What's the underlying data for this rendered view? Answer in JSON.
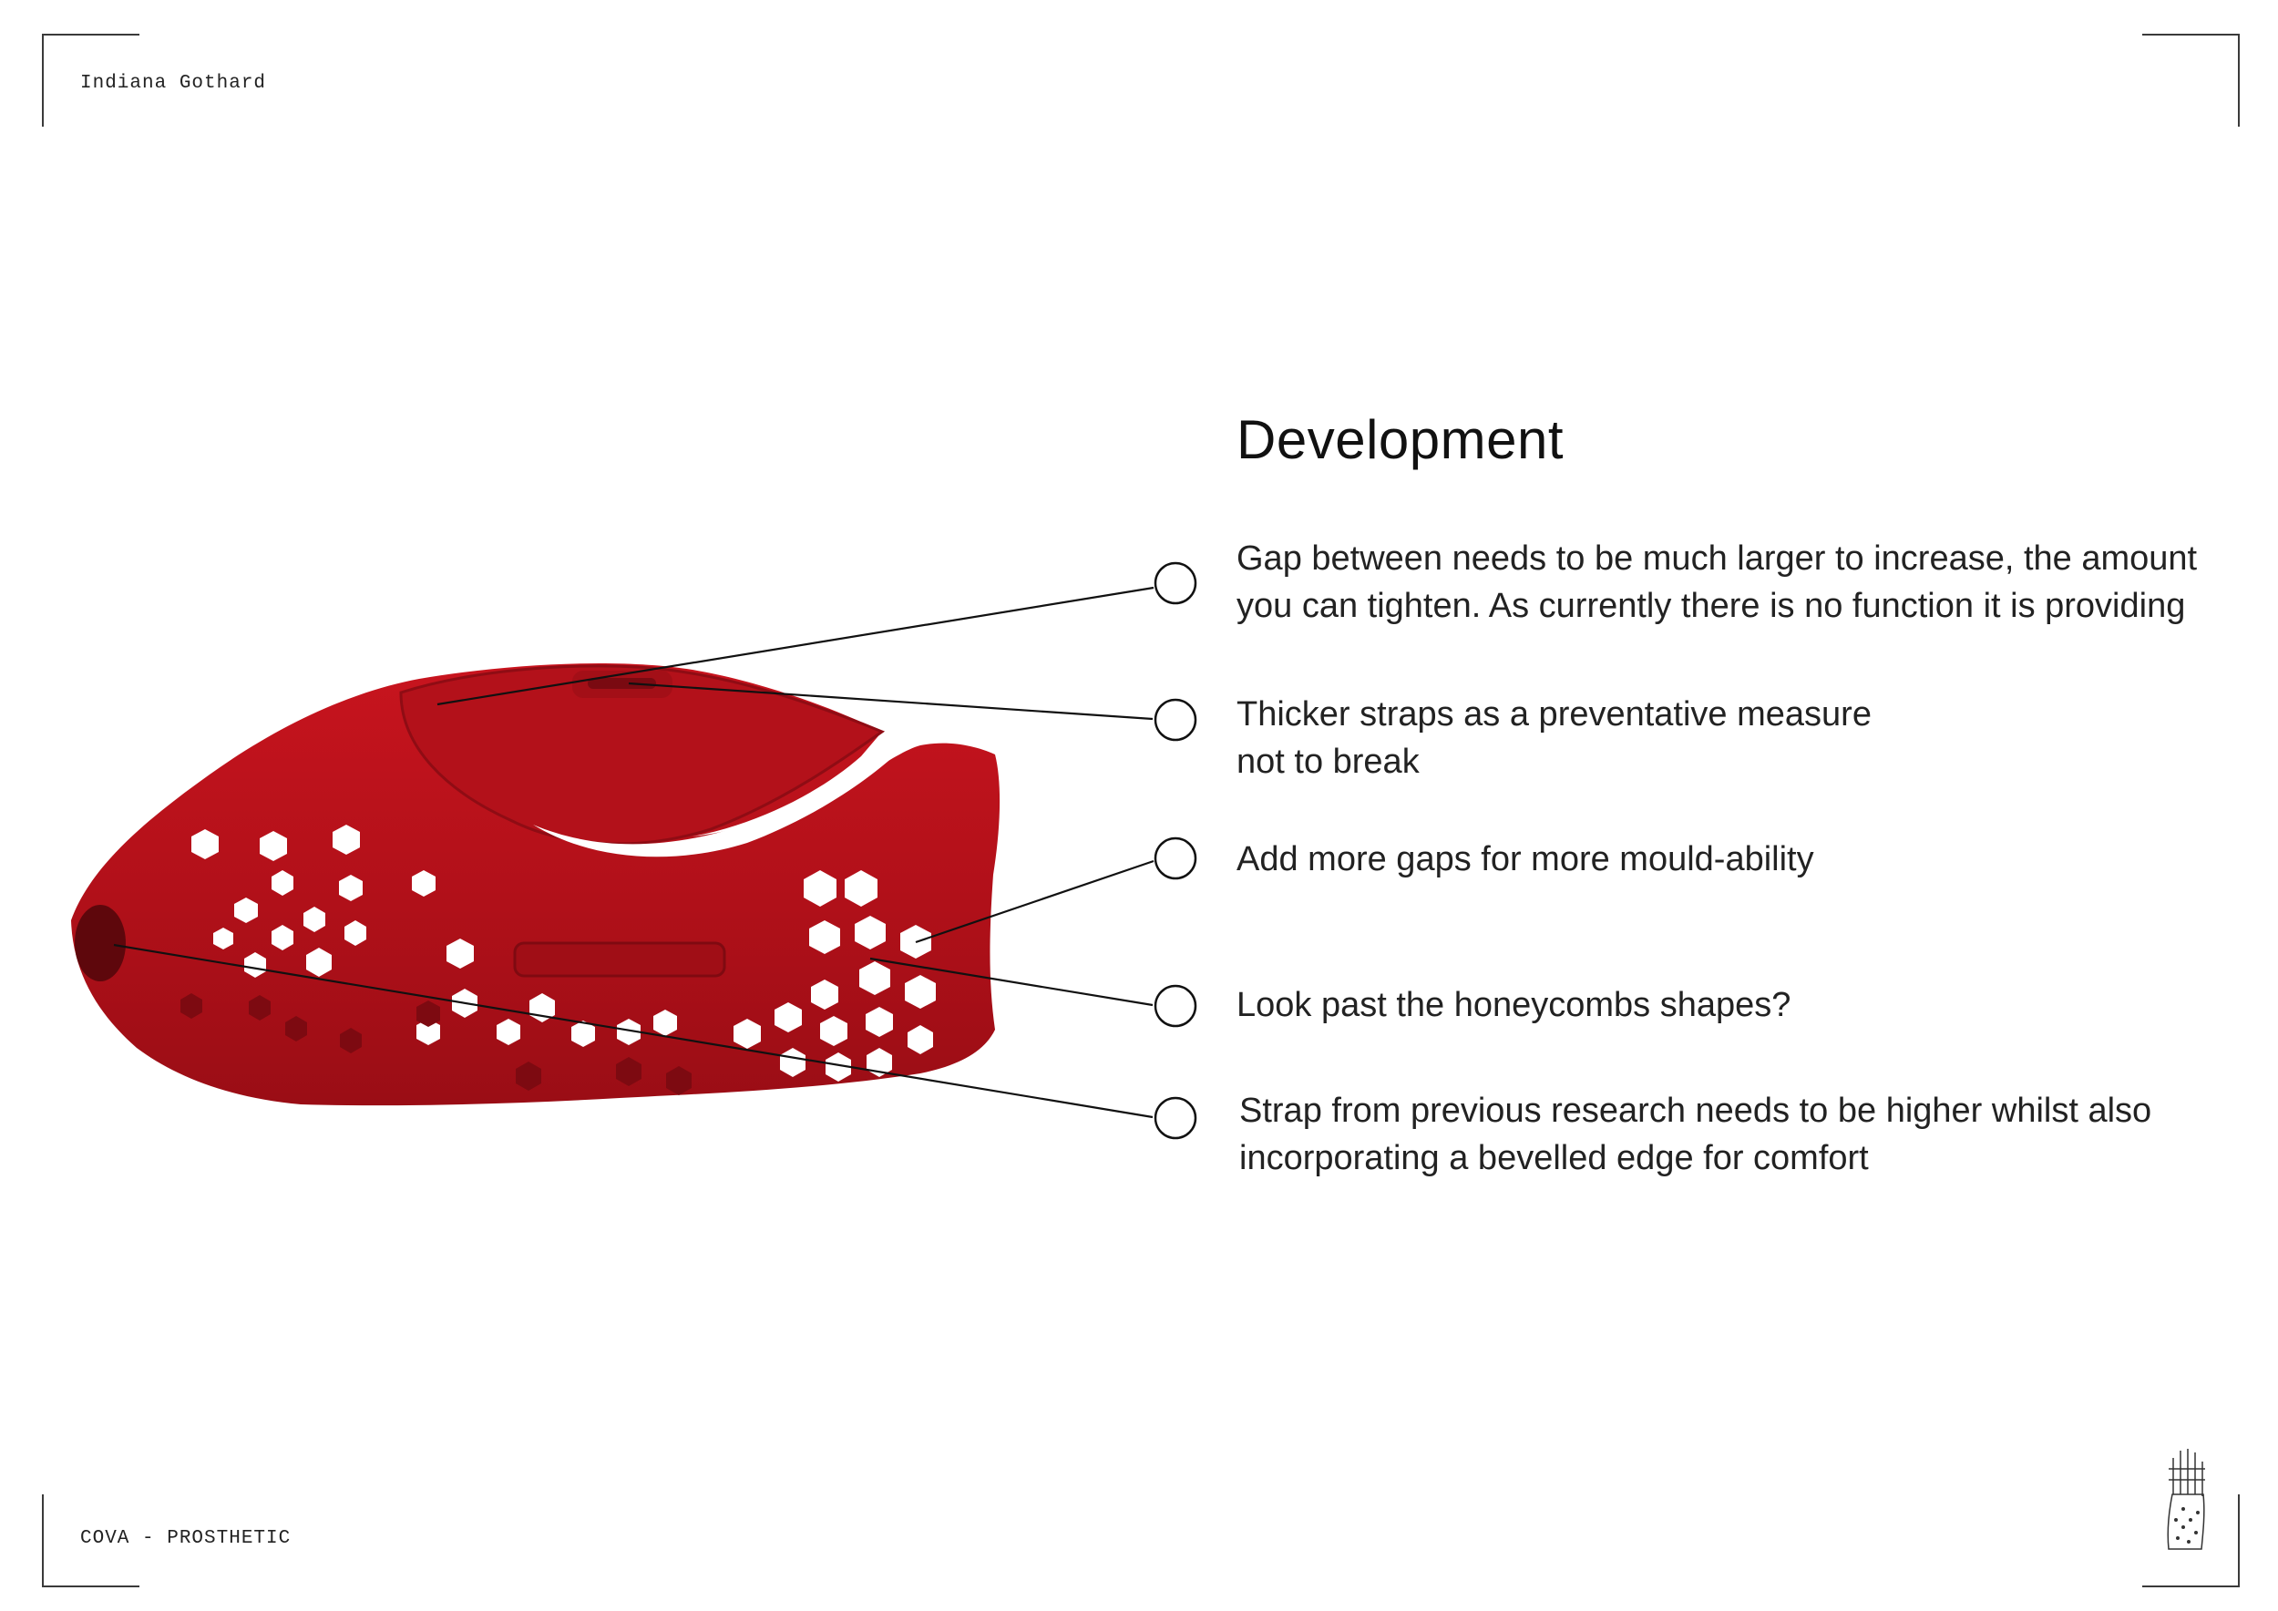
{
  "header": {
    "author": "Indiana Gothard"
  },
  "footer": {
    "project": "COVA - PROSTHETIC"
  },
  "main": {
    "title": "Development",
    "notes": [
      {
        "lines": [
          "Gap between needs to be much larger to increase, the amount",
          "you can tighten. As currently there is no function it is providing"
        ]
      },
      {
        "lines": [
          "Thicker straps as a preventative measure",
          "not to break"
        ]
      },
      {
        "lines": [
          "Add more gaps for more mould-ability"
        ]
      },
      {
        "lines": [
          "Look past the honeycombs shapes?"
        ]
      },
      {
        "lines": [
          "Strap from previous research needs to be higher whilst also",
          "incorporating a bevelled edge for comfort"
        ]
      }
    ]
  },
  "colors": {
    "prosthetic_red": "#b5121b",
    "text": "#222222",
    "lines": "#111111"
  },
  "icons": {
    "corner_logo": "hand-sketch-icon"
  }
}
